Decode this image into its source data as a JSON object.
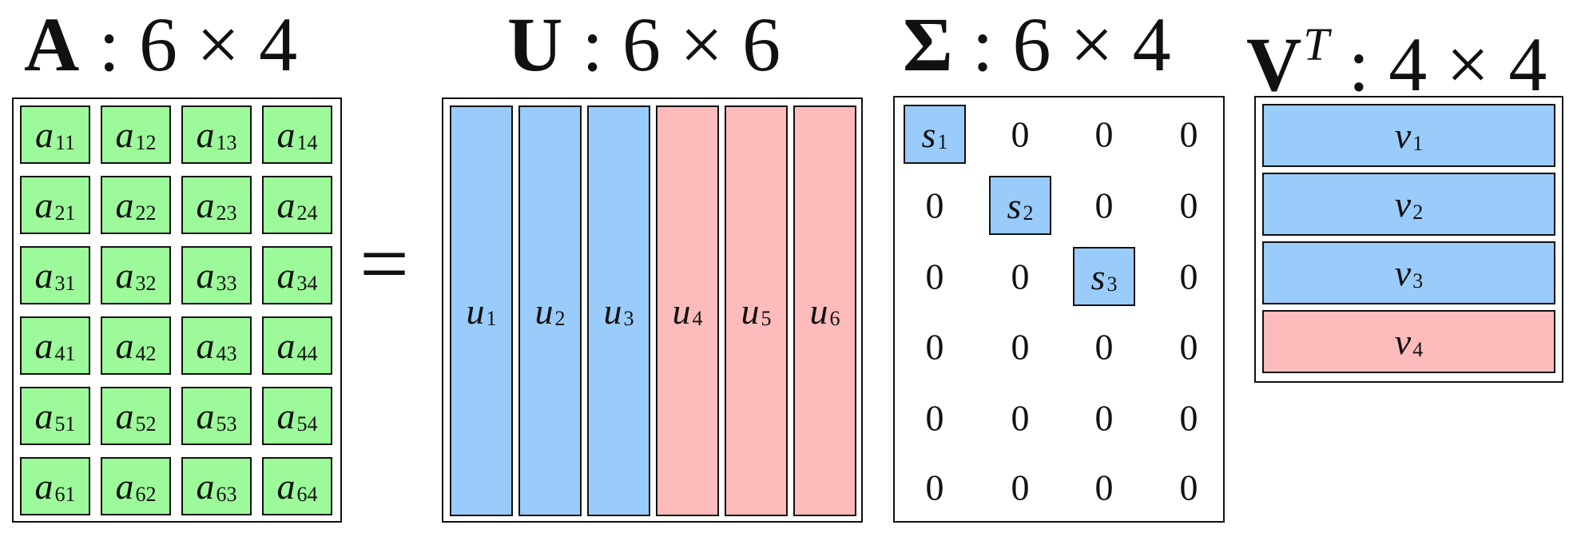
{
  "titles": {
    "A": {
      "symbol": "A",
      "dims": ": 6 × 4"
    },
    "U": {
      "symbol": "U",
      "dims": ": 6 × 6"
    },
    "S": {
      "symbol": "Σ",
      "dims": ": 6 × 4"
    },
    "V": {
      "symbol": "V",
      "sup": "T",
      "dims": ": 4 × 4"
    }
  },
  "equals": "=",
  "A_matrix": {
    "rows": [
      [
        "a",
        "11"
      ],
      [
        "a",
        "12"
      ],
      [
        "a",
        "13"
      ],
      [
        "a",
        "14"
      ],
      [
        "a",
        "21"
      ],
      [
        "a",
        "22"
      ],
      [
        "a",
        "23"
      ],
      [
        "a",
        "24"
      ],
      [
        "a",
        "31"
      ],
      [
        "a",
        "32"
      ],
      [
        "a",
        "33"
      ],
      [
        "a",
        "34"
      ],
      [
        "a",
        "41"
      ],
      [
        "a",
        "42"
      ],
      [
        "a",
        "43"
      ],
      [
        "a",
        "44"
      ],
      [
        "a",
        "51"
      ],
      [
        "a",
        "52"
      ],
      [
        "a",
        "53"
      ],
      [
        "a",
        "54"
      ],
      [
        "a",
        "61"
      ],
      [
        "a",
        "62"
      ],
      [
        "a",
        "63"
      ],
      [
        "a",
        "64"
      ]
    ],
    "color": "#9dfa9a"
  },
  "U_columns": [
    {
      "base": "u",
      "sub": "1",
      "color": "#99cbfb"
    },
    {
      "base": "u",
      "sub": "2",
      "color": "#99cbfb"
    },
    {
      "base": "u",
      "sub": "3",
      "color": "#99cbfb"
    },
    {
      "base": "u",
      "sub": "4",
      "color": "#fdbbbb"
    },
    {
      "base": "u",
      "sub": "5",
      "color": "#fdbbbb"
    },
    {
      "base": "u",
      "sub": "6",
      "color": "#fdbbbb"
    }
  ],
  "Sigma": {
    "diag": [
      {
        "base": "s",
        "sub": "1"
      },
      {
        "base": "s",
        "sub": "2"
      },
      {
        "base": "s",
        "sub": "3"
      }
    ],
    "zero": "0",
    "rows": 6,
    "cols": 4
  },
  "V_rows": [
    {
      "base": "v",
      "sub": "1",
      "color": "#99cbfb"
    },
    {
      "base": "v",
      "sub": "2",
      "color": "#99cbfb"
    },
    {
      "base": "v",
      "sub": "3",
      "color": "#99cbfb"
    },
    {
      "base": "v",
      "sub": "4",
      "color": "#fdbbbb"
    }
  ]
}
